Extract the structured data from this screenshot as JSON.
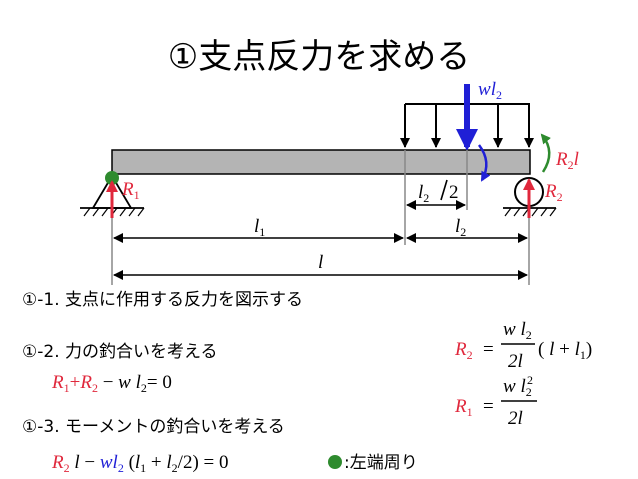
{
  "title": "①支点反力を求める",
  "steps": {
    "s1": "①-1. 支点に作用する反力を図示する",
    "s2": "①-2. 力の釣合いを考える",
    "s3": "①-3. モーメントの釣合いを考える"
  },
  "legend": {
    "marker": "●",
    "text": ":左端周り"
  },
  "diagram": {
    "load_label": {
      "w": "w",
      "l": "l",
      "sub": "2"
    },
    "moment_label": {
      "R": "R",
      "sub": "2",
      "l": "l"
    },
    "R1": {
      "R": "R",
      "sub": "1"
    },
    "R2": {
      "R": "R",
      "sub": "2"
    },
    "half_l2": {
      "l": "l",
      "sub": "2",
      "den": "2"
    },
    "dim_l1": {
      "l": "l",
      "sub": "1"
    },
    "dim_l2": {
      "l": "l",
      "sub": "2"
    },
    "dim_l": "l"
  },
  "equations": {
    "force": {
      "R1": "R",
      "s1": "1",
      "plus": "+",
      "R2": "R",
      "s2": "2",
      "minus": "−",
      "w": "w",
      "l": "l",
      "s3": "2",
      "eq": "=",
      "zero": "0"
    },
    "moment": {
      "R2": "R",
      "s1": "2",
      "l": "l",
      "minus": "−",
      "wl": "wl",
      "s2": "2",
      "open": "(",
      "l1": "l",
      "s3": "1",
      "plus": "+",
      "l2": "l",
      "s4": "2",
      "slash": "/",
      "two": "2)",
      "eq": "=",
      "zero": "0"
    },
    "r2": {
      "R": "R",
      "sub": "2",
      "eq": "=",
      "num_w": "w",
      "num_l": "l",
      "num_sub": "2",
      "den": "2l",
      "paren": "(",
      "l": "l",
      "plus": "+",
      "l1": "l",
      "l1sub": "1",
      "close": ")"
    },
    "r1": {
      "R": "R",
      "sub": "1",
      "eq": "=",
      "num_w": "w",
      "num_l": "l",
      "num_sub": "2",
      "num_sup": "2",
      "den": "2l"
    }
  },
  "colors": {
    "red": "#e0283c",
    "blue": "#1f1fd6",
    "green": "#2e8b2e",
    "beam": "#b4b4b4"
  }
}
